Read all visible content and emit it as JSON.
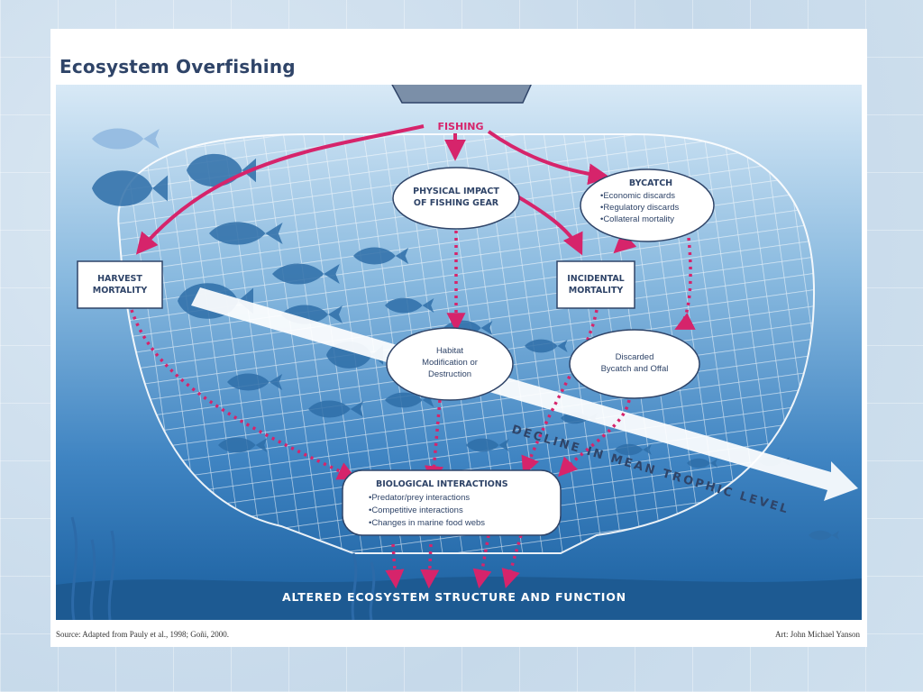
{
  "diagram": {
    "title": "Ecosystem Overfishing",
    "fishing_label": "FISHING",
    "physical_impact": [
      "PHYSICAL IMPACT",
      "OF FISHING GEAR"
    ],
    "bycatch": {
      "heading": "BYCATCH",
      "items": [
        "•Economic discards",
        "•Regulatory discards",
        "•Collateral mortality"
      ]
    },
    "harvest_mortality": [
      "HARVEST",
      "MORTALITY"
    ],
    "incidental_mortality": [
      "INCIDENTAL",
      "MORTALITY"
    ],
    "habitat": [
      "Habitat",
      "Modification or",
      "Destruction"
    ],
    "discarded": [
      "Discarded",
      "Bycatch and Offal"
    ],
    "biological": {
      "heading": "BIOLOGICAL INTERACTIONS",
      "items": [
        "•Predator/prey interactions",
        "•Competitive interactions",
        "•Changes in marine food webs"
      ]
    },
    "decline_label": "DECLINE IN MEAN TROPHIC LEVEL",
    "altered_label": "ALTERED ECOSYSTEM STRUCTURE AND FUNCTION",
    "source": "Source: Adapted from Pauly et al., 1998; Goñi, 2000.",
    "credit": "Art: John Michael Yanson"
  },
  "colors": {
    "water_top": "#d8e9f6",
    "water_bottom": "#1a5f9f",
    "arrow": "#d6246b",
    "fish": "#2f6ea8",
    "title": "#2f4468"
  }
}
